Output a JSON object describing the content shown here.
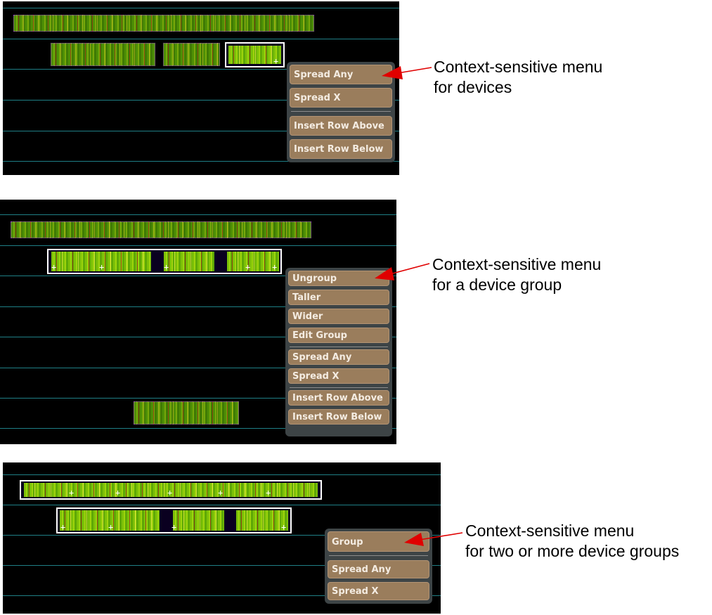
{
  "panels": [
    {
      "menu": {
        "items": [
          "Spread Any",
          "Spread X"
        ],
        "items2": [
          "Insert Row Above",
          "Insert Row Below"
        ]
      },
      "callout": {
        "line1": "Context-sensitive menu",
        "line2": "for devices"
      }
    },
    {
      "menu": {
        "items": [
          "Ungroup",
          "Taller",
          "Wider",
          "Edit Group"
        ],
        "items2": [
          "Spread Any",
          "Spread X"
        ],
        "items3": [
          "Insert Row Above",
          "Insert Row Below"
        ]
      },
      "callout": {
        "line1": "Context-sensitive menu",
        "line2": "for a device group"
      }
    },
    {
      "menu": {
        "items": [
          "Group"
        ],
        "items2": [
          "Spread Any",
          "Spread X"
        ]
      },
      "callout": {
        "line1": "Context-sensitive menu",
        "line2": "for two or more device groups"
      }
    }
  ],
  "colors": {
    "background": "#000000",
    "row_line": "#1f7f86",
    "menu_item": "#9a7d5c",
    "menu_bg": "#3d4446",
    "arrow": "#e00000"
  }
}
